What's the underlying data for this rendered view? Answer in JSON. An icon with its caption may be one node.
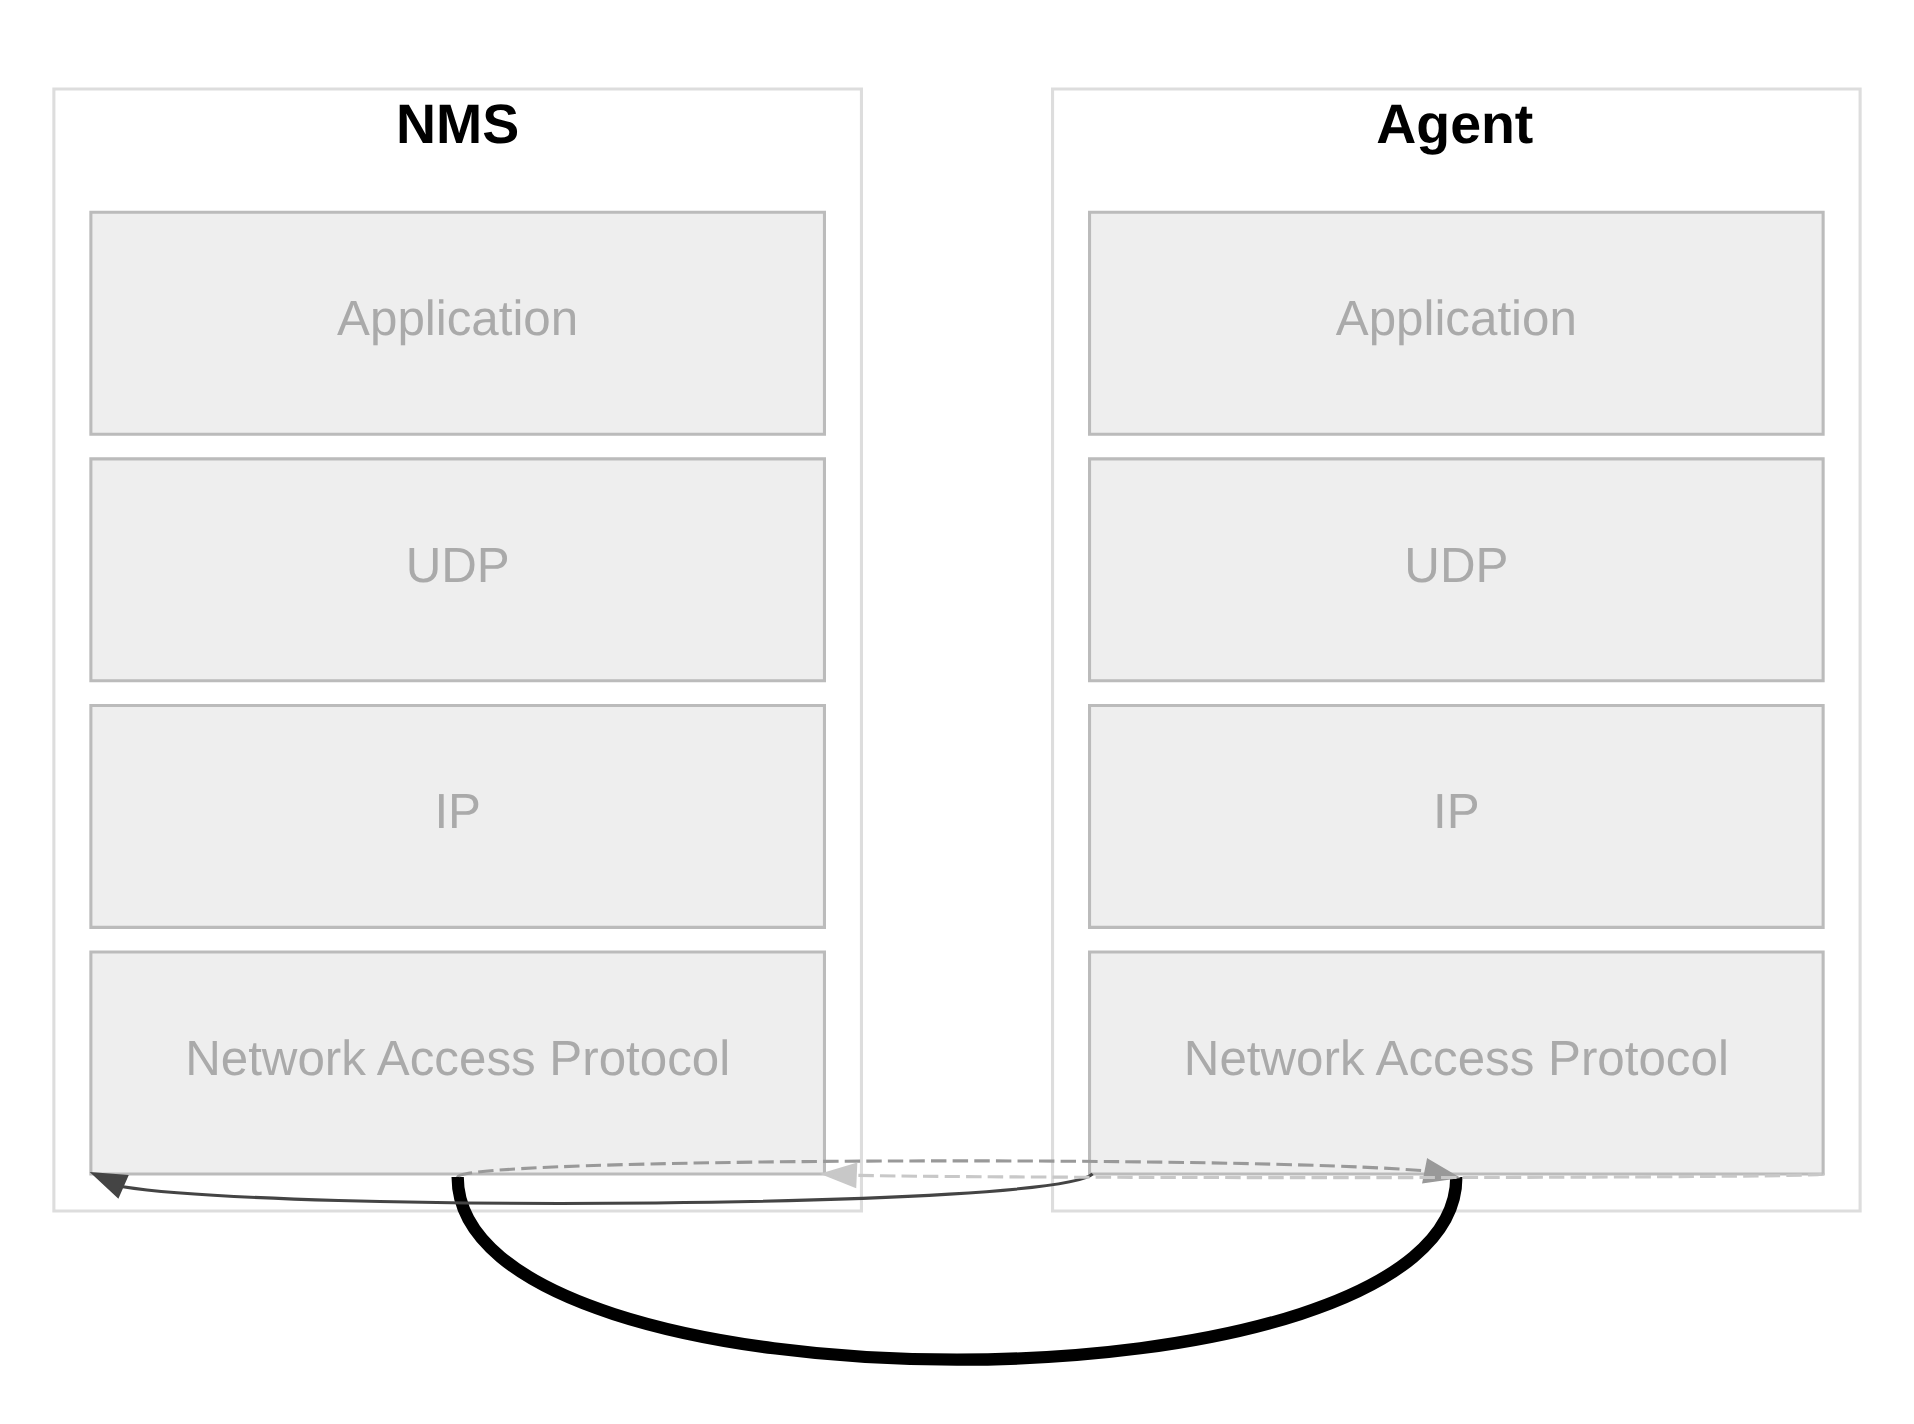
{
  "diagram": {
    "nodes": [
      {
        "text": [
          "NMS"
        ]
      },
      {
        "text": [
          "Application"
        ],
        "in": 0
      },
      {
        "text": [
          "UDP"
        ],
        "in": 0
      },
      {
        "text": [
          "IP"
        ],
        "in": 0
      },
      {
        "text": [
          "Network Access Protocol"
        ],
        "in": 0
      },
      {
        "text": [
          "Agent"
        ]
      },
      {
        "text": [
          "Application"
        ],
        "in": 5
      },
      {
        "text": [
          "UDP"
        ],
        "in": 5
      },
      {
        "text": [
          "IP"
        ],
        "in": 5
      },
      {
        "text": [
          "Network Access Protocol"
        ],
        "in": 5
      }
    ],
    "edges": [
      {
        "from": 4,
        "to": 9,
        "arrow": "none",
        "style": "thick"
      },
      {
        "from": 9,
        "to": 4,
        "arrow": "to",
        "color": "#444444"
      },
      {
        "from": 9,
        "to": 4,
        "arrow": "to",
        "style": "dashed",
        "color": "#c8c8c8"
      },
      {
        "from": 4,
        "to": 9,
        "arrow": "to",
        "style": "dashed",
        "color": "#999999"
      }
    ]
  }
}
